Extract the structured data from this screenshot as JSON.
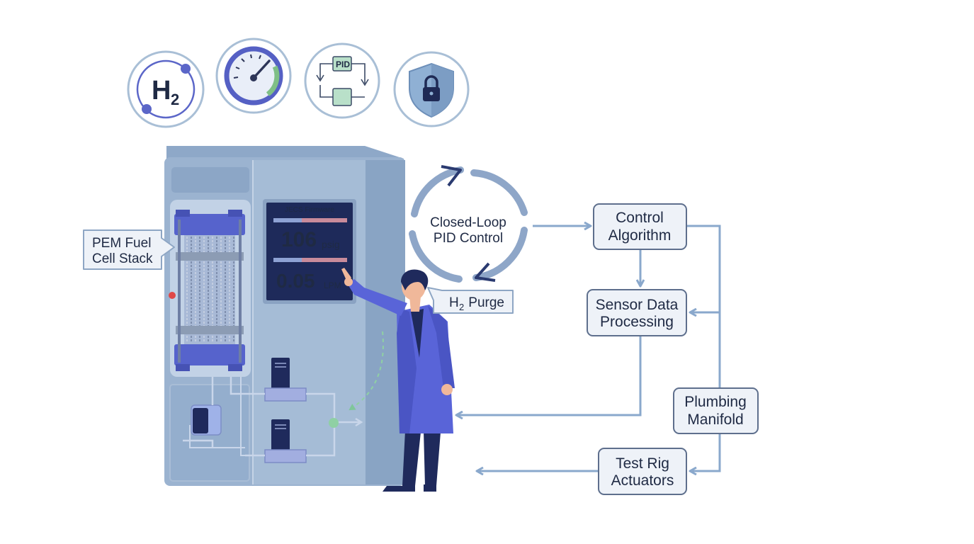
{
  "icons": {
    "hydrogen": {
      "main": "H",
      "sub": "2",
      "name": "hydrogen-icon"
    },
    "gauge": {
      "name": "pressure-gauge-icon"
    },
    "pid": {
      "label": "PID",
      "name": "pid-loop-icon"
    },
    "shield": {
      "name": "shield-lock-icon"
    }
  },
  "display": {
    "title": "JECS Firmware",
    "pressure_value": "106",
    "pressure_unit": "psig",
    "flow_value": "0.05",
    "flow_unit": "LPM"
  },
  "callouts": {
    "stack_line1": "PEM Fuel",
    "stack_line2": "Cell Stack",
    "loop_line1": "Closed-Loop",
    "loop_line2": "PID Control",
    "purge_main": "H",
    "purge_sub": "2",
    "purge_rest": " Purge"
  },
  "flow": {
    "control_line1": "Control",
    "control_line2": "Algorithm",
    "sensor_line1": "Sensor Data",
    "sensor_line2": "Processing",
    "plumbing_line1": "Plumbing",
    "plumbing_line2": "Manifold",
    "actuators_line1": "Test Rig",
    "actuators_line2": "Actuators"
  },
  "colors": {
    "cabinet": "#8fa9c9",
    "screen": "#1e2a5a",
    "stack": "#5560c8",
    "arrow": "#8aa8cc",
    "coat": "#5964d8",
    "status_led": "#e04848"
  }
}
